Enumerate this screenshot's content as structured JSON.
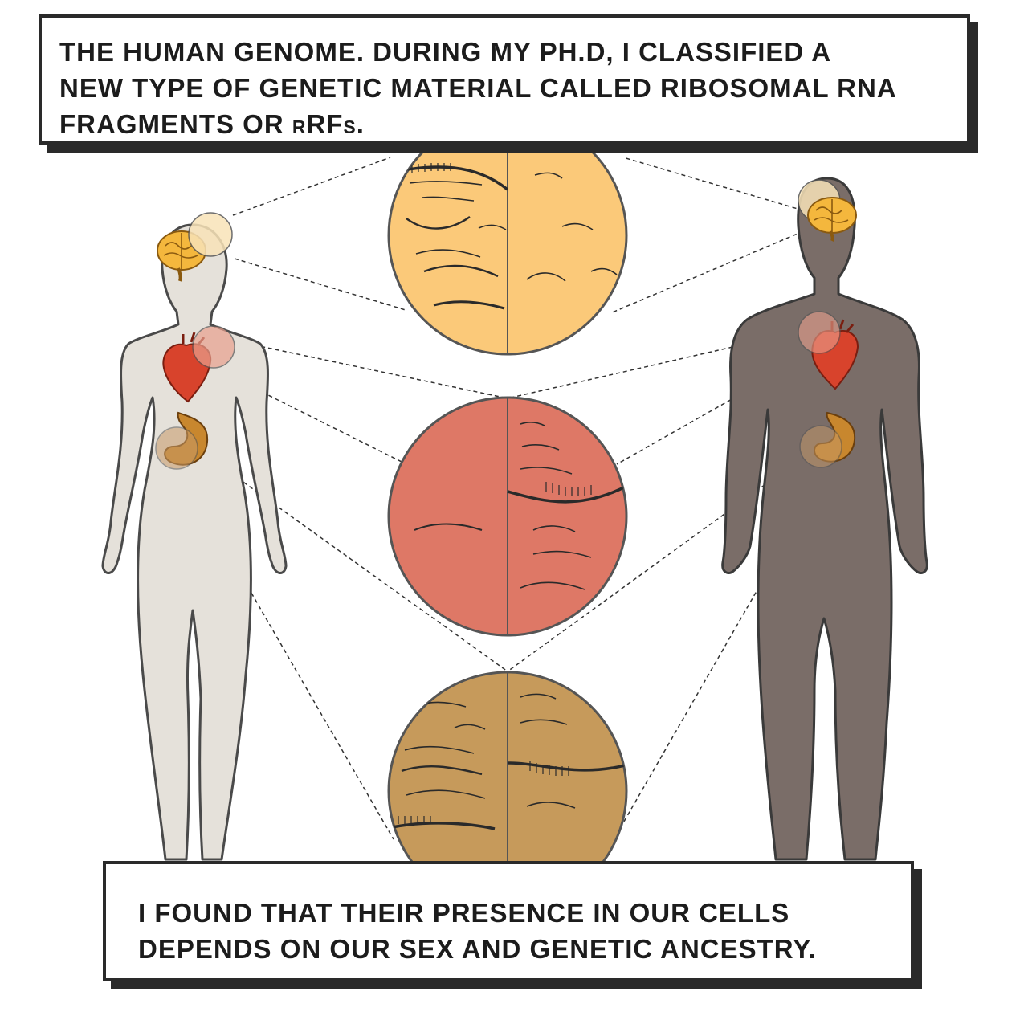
{
  "caption_top": {
    "line1": "THE HUMAN GENOME. DURING MY PH.D, I CLASSIFIED A",
    "line2": "NEW TYPE OF GENETIC MATERIAL CALLED RIBOSOMAL RNA",
    "line3_prefix": "FRAGMENTS OR ",
    "line3_acronym": "rRFs."
  },
  "caption_bottom": {
    "line1": "I FOUND THAT THEIR PRESENCE IN OUR CELLS",
    "line2": "DEPENDS ON OUR SEX AND GENETIC ANCESTRY."
  },
  "figures": {
    "left_body_color": "#e5e1da",
    "right_body_color": "#7a6d68",
    "outline_color": "#4a4a4a"
  },
  "organs": {
    "brain_color": "#f4b73d",
    "heart_color": "#d8432c",
    "stomach_color": "#c8872e",
    "highlight_brain": "#f8e3b8",
    "highlight_heart": "#e9a08e",
    "highlight_stomach": "#c79a68"
  },
  "zoom_circles": [
    {
      "organ": "brain-tissue",
      "fill": "#fbc979"
    },
    {
      "organ": "heart-tissue",
      "fill": "#de7866"
    },
    {
      "organ": "stomach-tissue",
      "fill": "#c69a5b"
    }
  ]
}
